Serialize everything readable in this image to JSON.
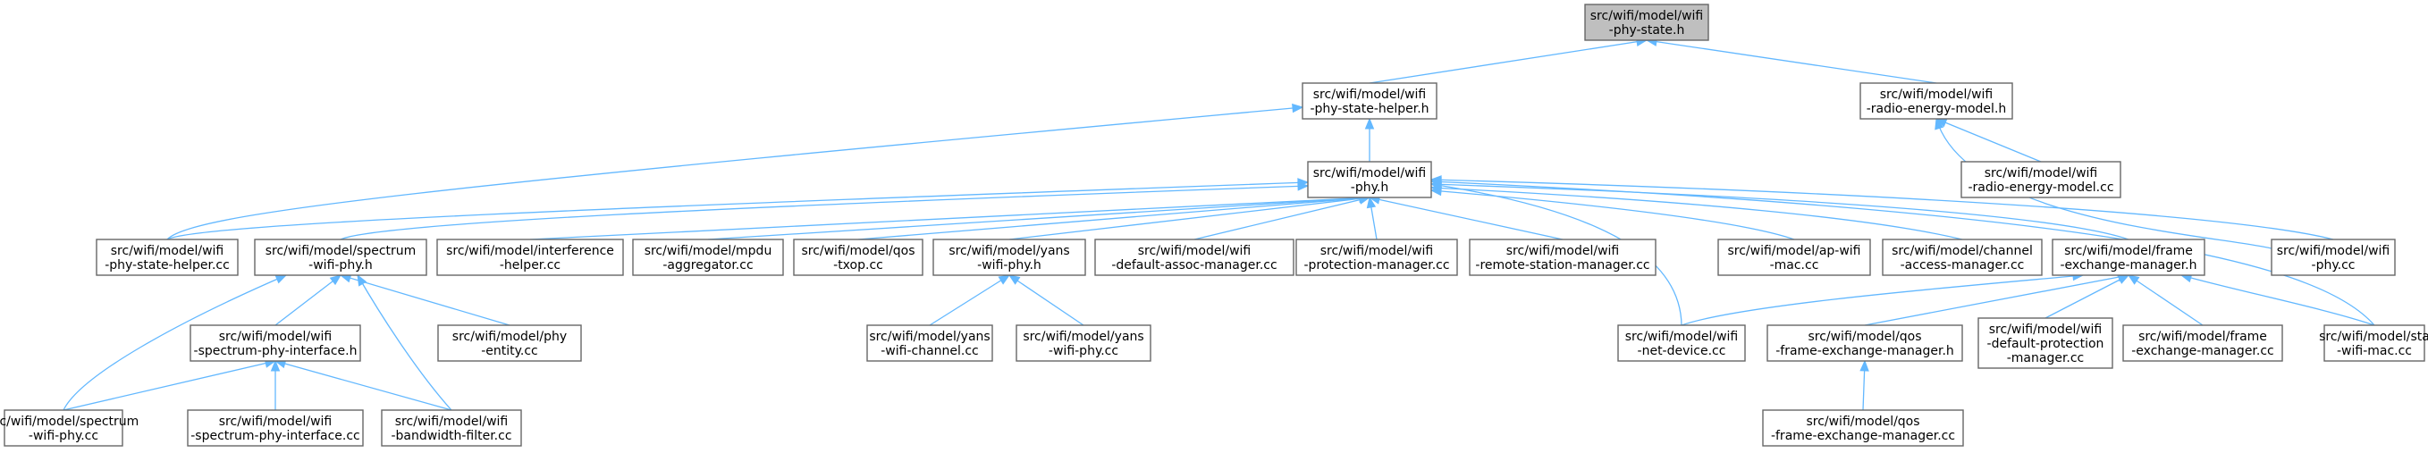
{
  "diagram": {
    "type": "include-dependency-graph",
    "colors": {
      "edge": "#63b8ff",
      "root_fill": "#bfbfbf",
      "node_fill": "#ffffff",
      "node_border": "#666666"
    },
    "nodes": [
      {
        "id": "wifi-phy-state-h",
        "lines": [
          "src/wifi/model/wifi",
          "-phy-state.h"
        ],
        "root": true
      },
      {
        "id": "wifi-phy-state-helper-h",
        "lines": [
          "src/wifi/model/wifi",
          "-phy-state-helper.h"
        ]
      },
      {
        "id": "wifi-radio-energy-model-h",
        "lines": [
          "src/wifi/model/wifi",
          "-radio-energy-model.h"
        ]
      },
      {
        "id": "wifi-phy-h",
        "lines": [
          "src/wifi/model/wifi",
          "-phy.h"
        ]
      },
      {
        "id": "wifi-radio-energy-model-cc",
        "lines": [
          "src/wifi/model/wifi",
          "-radio-energy-model.cc"
        ]
      },
      {
        "id": "wifi-phy-state-helper-cc",
        "lines": [
          "src/wifi/model/wifi",
          "-phy-state-helper.cc"
        ]
      },
      {
        "id": "spectrum-wifi-phy-h",
        "lines": [
          "src/wifi/model/spectrum",
          "-wifi-phy.h"
        ]
      },
      {
        "id": "interference-helper-cc",
        "lines": [
          "src/wifi/model/interference",
          "-helper.cc"
        ]
      },
      {
        "id": "mpdu-aggregator-cc",
        "lines": [
          "src/wifi/model/mpdu",
          "-aggregator.cc"
        ]
      },
      {
        "id": "qos-txop-cc",
        "lines": [
          "src/wifi/model/qos",
          "-txop.cc"
        ]
      },
      {
        "id": "yans-wifi-phy-h",
        "lines": [
          "src/wifi/model/yans",
          "-wifi-phy.h"
        ]
      },
      {
        "id": "wifi-default-assoc-manager-cc",
        "lines": [
          "src/wifi/model/wifi",
          "-default-assoc-manager.cc"
        ]
      },
      {
        "id": "wifi-protection-manager-cc",
        "lines": [
          "src/wifi/model/wifi",
          "-protection-manager.cc"
        ]
      },
      {
        "id": "wifi-remote-station-manager-cc",
        "lines": [
          "src/wifi/model/wifi",
          "-remote-station-manager.cc"
        ]
      },
      {
        "id": "ap-wifi-mac-cc",
        "lines": [
          "src/wifi/model/ap-wifi",
          "-mac.cc"
        ]
      },
      {
        "id": "channel-access-manager-cc",
        "lines": [
          "src/wifi/model/channel",
          "-access-manager.cc"
        ]
      },
      {
        "id": "frame-exchange-manager-h",
        "lines": [
          "src/wifi/model/frame",
          "-exchange-manager.h"
        ]
      },
      {
        "id": "wifi-phy-cc",
        "lines": [
          "src/wifi/model/wifi",
          "-phy.cc"
        ]
      },
      {
        "id": "wifi-spectrum-phy-interface-h",
        "lines": [
          "src/wifi/model/wifi",
          "-spectrum-phy-interface.h"
        ]
      },
      {
        "id": "phy-entity-cc",
        "lines": [
          "src/wifi/model/phy",
          "-entity.cc"
        ]
      },
      {
        "id": "yans-wifi-channel-cc",
        "lines": [
          "src/wifi/model/yans",
          "-wifi-channel.cc"
        ]
      },
      {
        "id": "yans-wifi-phy-cc",
        "lines": [
          "src/wifi/model/yans",
          "-wifi-phy.cc"
        ]
      },
      {
        "id": "wifi-net-device-cc",
        "lines": [
          "src/wifi/model/wifi",
          "-net-device.cc"
        ]
      },
      {
        "id": "qos-frame-exchange-manager-h",
        "lines": [
          "src/wifi/model/qos",
          "-frame-exchange-manager.h"
        ]
      },
      {
        "id": "wifi-default-protection-manager-cc",
        "lines": [
          "src/wifi/model/wifi",
          "-default-protection",
          "-manager.cc"
        ]
      },
      {
        "id": "frame-exchange-manager-cc",
        "lines": [
          "src/wifi/model/frame",
          "-exchange-manager.cc"
        ]
      },
      {
        "id": "sta-wifi-mac-cc",
        "lines": [
          "src/wifi/model/sta",
          "-wifi-mac.cc"
        ]
      },
      {
        "id": "spectrum-wifi-phy-cc",
        "lines": [
          "src/wifi/model/spectrum",
          "-wifi-phy.cc"
        ]
      },
      {
        "id": "wifi-spectrum-phy-interface-cc",
        "lines": [
          "src/wifi/model/wifi",
          "-spectrum-phy-interface.cc"
        ]
      },
      {
        "id": "wifi-bandwidth-filter-cc",
        "lines": [
          "src/wifi/model/wifi",
          "-bandwidth-filter.cc"
        ]
      },
      {
        "id": "qos-frame-exchange-manager-cc",
        "lines": [
          "src/wifi/model/qos",
          "-frame-exchange-manager.cc"
        ]
      }
    ],
    "edges": [
      {
        "from": "wifi-phy-state-helper-h",
        "to": "wifi-phy-state-h"
      },
      {
        "from": "wifi-radio-energy-model-h",
        "to": "wifi-phy-state-h"
      },
      {
        "from": "wifi-phy-h",
        "to": "wifi-phy-state-helper-h"
      },
      {
        "from": "wifi-phy-state-helper-cc",
        "to": "wifi-phy-state-helper-h"
      },
      {
        "from": "wifi-radio-energy-model-cc",
        "to": "wifi-radio-energy-model-h"
      },
      {
        "from": "wifi-phy-cc",
        "to": "wifi-radio-energy-model-h"
      },
      {
        "from": "wifi-phy-state-helper-cc",
        "to": "wifi-phy-h"
      },
      {
        "from": "spectrum-wifi-phy-h",
        "to": "wifi-phy-h"
      },
      {
        "from": "interference-helper-cc",
        "to": "wifi-phy-h"
      },
      {
        "from": "mpdu-aggregator-cc",
        "to": "wifi-phy-h"
      },
      {
        "from": "qos-txop-cc",
        "to": "wifi-phy-h"
      },
      {
        "from": "yans-wifi-phy-h",
        "to": "wifi-phy-h"
      },
      {
        "from": "wifi-default-assoc-manager-cc",
        "to": "wifi-phy-h"
      },
      {
        "from": "wifi-protection-manager-cc",
        "to": "wifi-phy-h"
      },
      {
        "from": "wifi-remote-station-manager-cc",
        "to": "wifi-phy-h"
      },
      {
        "from": "ap-wifi-mac-cc",
        "to": "wifi-phy-h"
      },
      {
        "from": "channel-access-manager-cc",
        "to": "wifi-phy-h"
      },
      {
        "from": "frame-exchange-manager-h",
        "to": "wifi-phy-h"
      },
      {
        "from": "wifi-phy-cc",
        "to": "wifi-phy-h"
      },
      {
        "from": "wifi-net-device-cc",
        "to": "wifi-phy-h"
      },
      {
        "from": "sta-wifi-mac-cc",
        "to": "wifi-phy-h"
      },
      {
        "from": "wifi-spectrum-phy-interface-h",
        "to": "spectrum-wifi-phy-h"
      },
      {
        "from": "phy-entity-cc",
        "to": "spectrum-wifi-phy-h"
      },
      {
        "from": "spectrum-wifi-phy-cc",
        "to": "spectrum-wifi-phy-h"
      },
      {
        "from": "wifi-bandwidth-filter-cc",
        "to": "spectrum-wifi-phy-h"
      },
      {
        "from": "yans-wifi-channel-cc",
        "to": "yans-wifi-phy-h"
      },
      {
        "from": "yans-wifi-phy-cc",
        "to": "yans-wifi-phy-h"
      },
      {
        "from": "wifi-net-device-cc",
        "to": "frame-exchange-manager-h"
      },
      {
        "from": "qos-frame-exchange-manager-h",
        "to": "frame-exchange-manager-h"
      },
      {
        "from": "wifi-default-protection-manager-cc",
        "to": "frame-exchange-manager-h"
      },
      {
        "from": "frame-exchange-manager-cc",
        "to": "frame-exchange-manager-h"
      },
      {
        "from": "sta-wifi-mac-cc",
        "to": "frame-exchange-manager-h"
      },
      {
        "from": "spectrum-wifi-phy-cc",
        "to": "wifi-spectrum-phy-interface-h"
      },
      {
        "from": "wifi-spectrum-phy-interface-cc",
        "to": "wifi-spectrum-phy-interface-h"
      },
      {
        "from": "wifi-bandwidth-filter-cc",
        "to": "wifi-spectrum-phy-interface-h"
      },
      {
        "from": "qos-frame-exchange-manager-cc",
        "to": "qos-frame-exchange-manager-h"
      }
    ]
  }
}
